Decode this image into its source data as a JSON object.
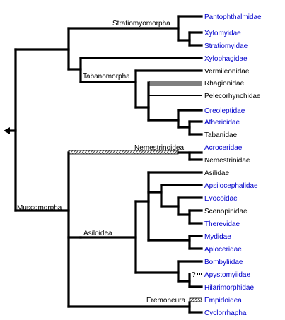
{
  "diagram": {
    "type": "phylogenetic-cladogram",
    "line_color": "#000000",
    "link_color": "#0000cc",
    "text_color": "#000000",
    "hatch_color": "#555555",
    "clades": {
      "stratiomyomorpha": "Stratiomyomorpha",
      "tabanomorpha": "Tabanomorpha",
      "nemestrinoidea": "Nemestrinoidea",
      "muscomorpha": "Muscomorpha",
      "asiloidea": "Asiloidea",
      "eremoneura": "Eremoneura"
    },
    "uncertainty_mark": "?",
    "leaves": [
      {
        "key": "pantophthalmidae",
        "label": "Pantophthalmidae",
        "link": true
      },
      {
        "key": "xylomyidae",
        "label": "Xylomyidae",
        "link": true
      },
      {
        "key": "stratiomyidae",
        "label": "Stratiomyidae",
        "link": true
      },
      {
        "key": "xylophagidae",
        "label": "Xylophagidae",
        "link": true
      },
      {
        "key": "vermileonidae",
        "label": "Vermileonidae",
        "link": false
      },
      {
        "key": "rhagionidae",
        "label": "Rhagionidae",
        "link": false
      },
      {
        "key": "pelecorhynchidae",
        "label": "Pelecorhynchidae",
        "link": false
      },
      {
        "key": "oreoleptidae",
        "label": "Oreoleptidae",
        "link": true
      },
      {
        "key": "athericidae",
        "label": "Athericidae",
        "link": true
      },
      {
        "key": "tabanidae",
        "label": "Tabanidae",
        "link": false
      },
      {
        "key": "acroceridae",
        "label": "Acroceridae",
        "link": true
      },
      {
        "key": "nemestrinidae",
        "label": "Nemestrinidae",
        "link": false
      },
      {
        "key": "asilidae",
        "label": "Asilidae",
        "link": false
      },
      {
        "key": "apsilocephalidae",
        "label": "Apsilocephalidae",
        "link": true
      },
      {
        "key": "evocoidae",
        "label": "Evocoidae",
        "link": true
      },
      {
        "key": "scenopinidae",
        "label": "Scenopinidae",
        "link": false
      },
      {
        "key": "therevidae",
        "label": "Therevidae",
        "link": true
      },
      {
        "key": "mydidae",
        "label": "Mydidae",
        "link": true
      },
      {
        "key": "apioceridae",
        "label": "Apioceridae",
        "link": true
      },
      {
        "key": "bombyliidae",
        "label": "Bombyliidae",
        "link": true
      },
      {
        "key": "apystomyiidae",
        "label": "Apystomyiidae",
        "link": true
      },
      {
        "key": "hilarimorphidae",
        "label": "Hilarimorphidae",
        "link": true
      },
      {
        "key": "empidoidea",
        "label": "Empidoidea",
        "link": true
      },
      {
        "key": "cyclorrhapha",
        "label": "Cyclorrhapha",
        "link": true
      }
    ]
  }
}
